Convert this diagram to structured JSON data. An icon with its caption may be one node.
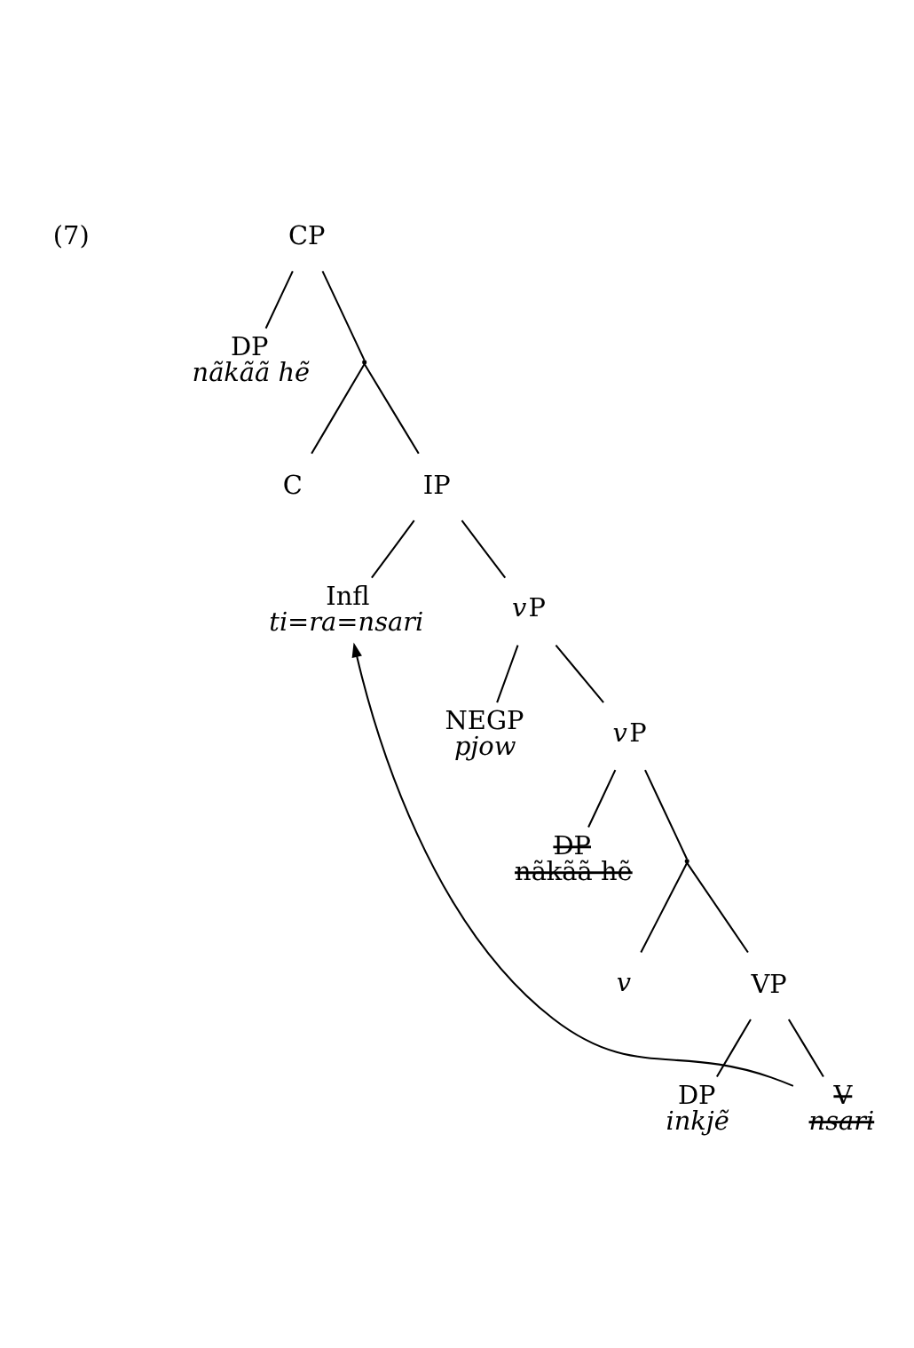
{
  "diagram": {
    "nodes": [
      {
        "text": [
          "CP"
        ]
      },
      {
        "text": [
          "DP",
          "nãkãã hẽ"
        ]
      },
      {
        "text": [],
        "shape": "point"
      },
      {
        "text": [
          "C"
        ]
      },
      {
        "text": [
          "IP"
        ]
      },
      {
        "text": [
          "Infl",
          "ti=ra=nsari"
        ]
      },
      {
        "text": [
          "vP"
        ]
      },
      {
        "text": [
          "NEGP",
          "pjow"
        ]
      },
      {
        "text": [
          "vP"
        ]
      },
      {
        "text": [
          "DP",
          "nãkãã hẽ"
        ]
      },
      {
        "text": [],
        "shape": "point"
      },
      {
        "text": [
          "v"
        ]
      },
      {
        "text": [
          "VP"
        ]
      },
      {
        "text": [
          "DP",
          "inkjẽ"
        ]
      },
      {
        "text": [
          "V",
          "nsari"
        ]
      }
    ],
    "edges": [
      {
        "from": 0,
        "to": 1,
        "arrow": "none"
      },
      {
        "from": 0,
        "to": 2,
        "arrow": "none"
      },
      {
        "from": 2,
        "to": 3,
        "arrow": "none"
      },
      {
        "from": 2,
        "to": 4,
        "arrow": "none"
      },
      {
        "from": 4,
        "to": 5,
        "arrow": "none"
      },
      {
        "from": 4,
        "to": 6,
        "arrow": "none"
      },
      {
        "from": 6,
        "to": 7,
        "arrow": "none"
      },
      {
        "from": 6,
        "to": 8,
        "arrow": "none"
      },
      {
        "from": 8,
        "to": 9,
        "arrow": "none"
      },
      {
        "from": 8,
        "to": 10,
        "arrow": "none"
      },
      {
        "from": 10,
        "to": 11,
        "arrow": "none"
      },
      {
        "from": 10,
        "to": 12,
        "arrow": "none"
      },
      {
        "from": 12,
        "to": 13,
        "arrow": "none"
      },
      {
        "from": 12,
        "to": 14,
        "arrow": "none"
      },
      {
        "from": 14,
        "to": 5,
        "arrow": "to"
      }
    ],
    "labels": [
      "(7)"
    ]
  }
}
